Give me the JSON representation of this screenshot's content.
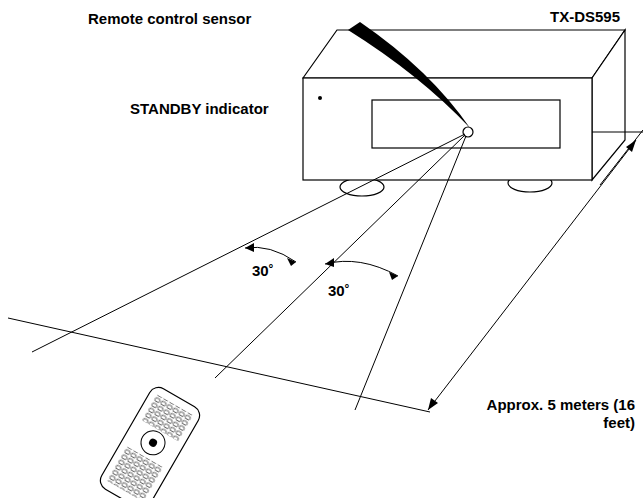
{
  "diagram": {
    "labels": [
      "Remote control sensor",
      "TX-DS595",
      "STANDBY indicator",
      "30˚",
      "30˚",
      "Approx. 5 meters (16 feet)"
    ]
  }
}
